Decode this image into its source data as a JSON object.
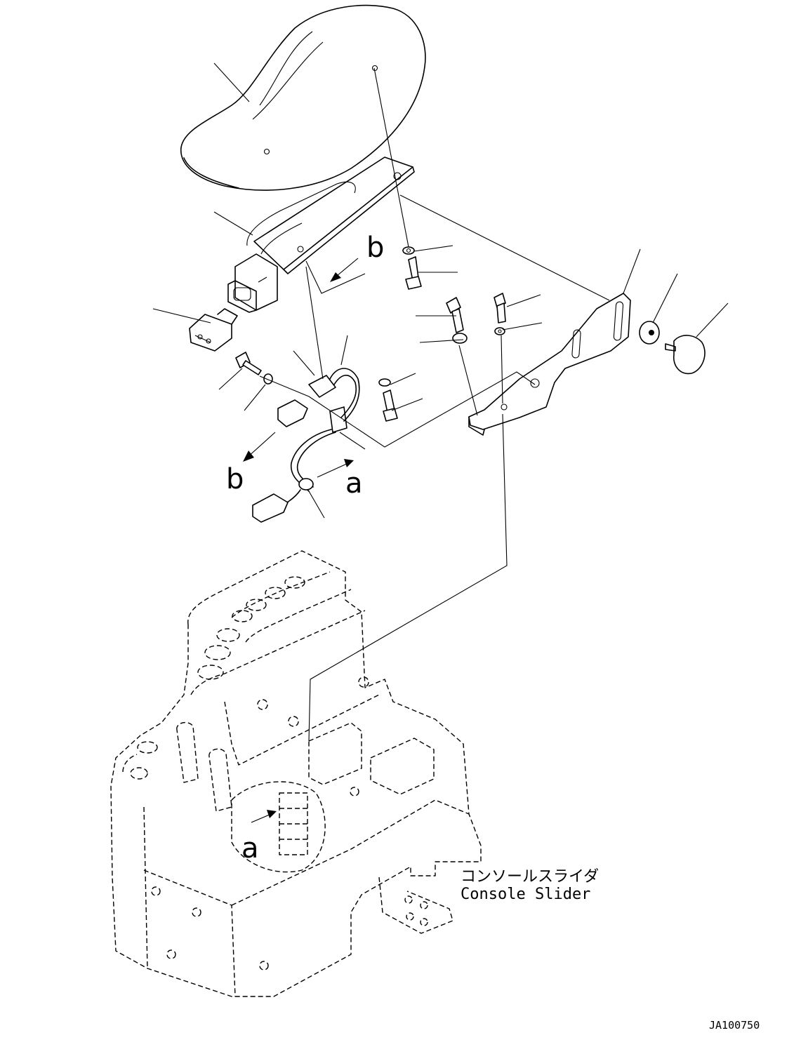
{
  "callouts": {
    "a_top": "a",
    "a_bottom": "a",
    "b_top": "b",
    "b_bottom": "b"
  },
  "console_label": {
    "jp": "コンソールスライダ",
    "en": "Console Slider"
  },
  "drawing_number": "JA100750"
}
